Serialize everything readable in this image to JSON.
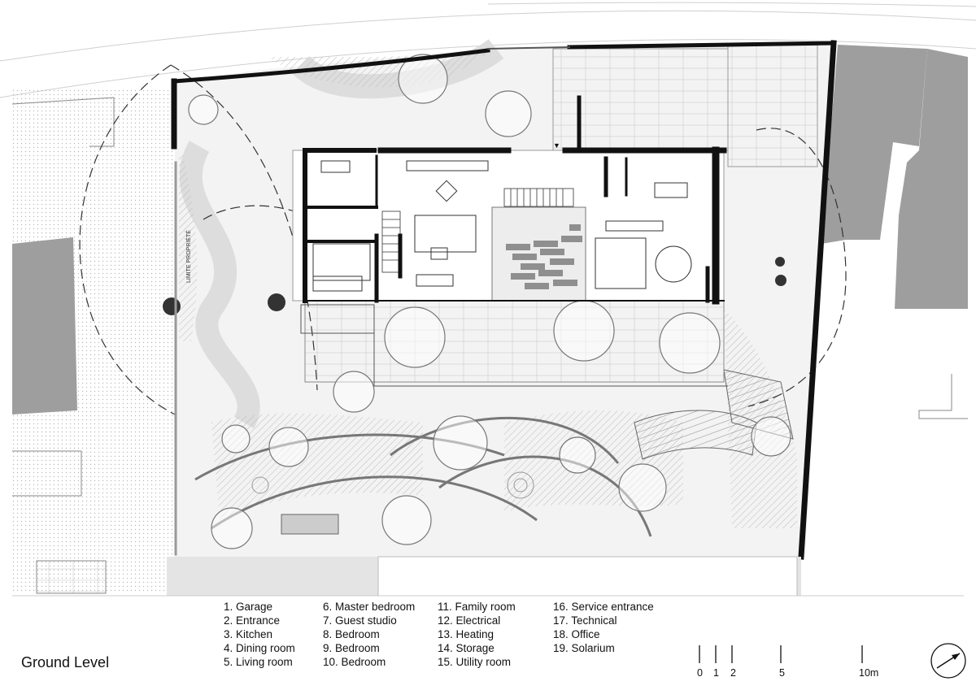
{
  "title": "Ground Level",
  "plan_note": "LIMITE PROPRIÉTÉ",
  "legend": [
    [
      "1. Garage",
      "2. Entrance",
      "3. Kitchen",
      "4. Dining room",
      "5. Living room"
    ],
    [
      "6. Master bedroom",
      "7. Guest studio",
      "8. Bedroom",
      "9. Bedroom",
      "10. Bedroom"
    ],
    [
      "11. Family room",
      "12. Electrical",
      "13. Heating",
      "14. Storage",
      "15. Utility room"
    ],
    [
      "16. Service entrance",
      "17. Technical",
      "18. Office",
      "19. Solarium"
    ]
  ],
  "scale": {
    "t0": "0",
    "t1": "1",
    "t2": "2",
    "t5": "5",
    "t10": "10m"
  },
  "colors": {
    "line": "#111111",
    "fill_light": "#e6e6e6",
    "fill_mid": "#bdbdbd",
    "neighbor": "#999999"
  }
}
